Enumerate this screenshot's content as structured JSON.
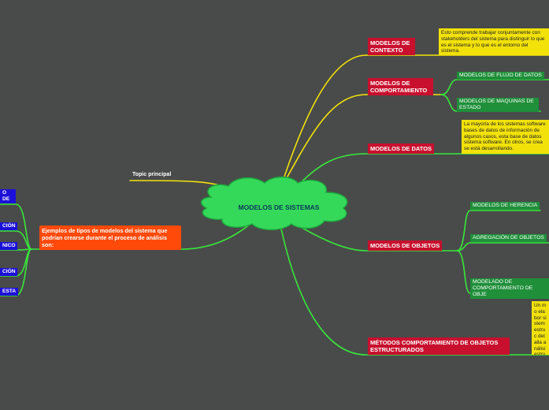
{
  "central": {
    "title": "MODELOS DE SISTEMAS"
  },
  "floating": {
    "topic_principal": "Topic principal"
  },
  "left": {
    "main_text": "Ejemplos de tipos de modelos del sistema que podrían crearse durante el proceso de análisis son:",
    "items": [
      "O DE",
      "CIÓN",
      "NICO",
      "CIÓN",
      "ESTA"
    ]
  },
  "right": {
    "contexto": {
      "label": "MODELOS DE CONTEXTO",
      "note": "Esto comprende trabajar conjuntamente con stakeholders del sistema para distinguir lo que es el sistema y lo que es el entorno del sistema."
    },
    "comportamiento": {
      "label": "MODELOS DE COMPORTAMIENTO",
      "children": [
        "MODELOS DE FLUJO DE DATOS",
        "MODELOS DE MAQUINAS DE ESTADO"
      ]
    },
    "datos": {
      "label": "MODELOS DE DATOS",
      "note": "La mayoría de los sistemas software bases de datos de información de algunos casos, esta base de datos sistema software. En otros, se crea se está desarrollando."
    },
    "objetos": {
      "label": "MODELOS DE OBJETOS",
      "children": [
        "MODELOS DE HERENCIA",
        "AGREGACIÓN DE OBJETOS",
        "MODELADO DE COMPORTAMIENTO DE OBJE"
      ]
    },
    "metodos": {
      "label": "MÉTODOS COMPORTAMIENTO DE OBJETOS ESTRUCTURADOS",
      "note": "Un mo elabor sistem estruc detalla análisi estruc mode"
    }
  }
}
